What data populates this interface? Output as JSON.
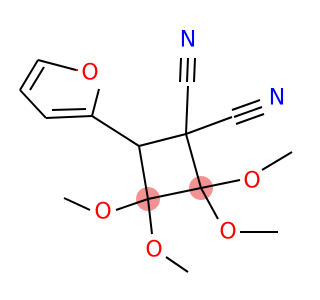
{
  "atoms": {
    "furan_o": "O",
    "nitrile_n_top": "N",
    "nitrile_n_right": "N",
    "ome_o_right_top": "O",
    "ome_o_right_bottom": "O",
    "ome_o_left": "O",
    "ome_o_bottom": "O"
  },
  "colors": {
    "oxygen": "#ff0000",
    "nitrogen": "#0000ff",
    "bond": "#000000",
    "stereo_highlight": "#f08080"
  }
}
